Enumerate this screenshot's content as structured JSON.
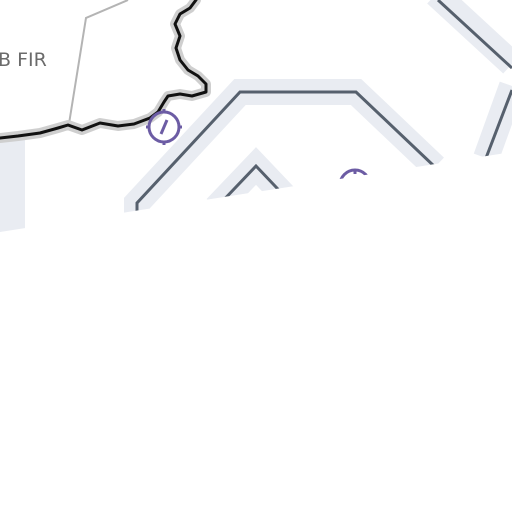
{
  "map": {
    "labels": {
      "fir": "B FIR"
    },
    "colors": {
      "background": "#ffffff",
      "airway_line": "#56606d",
      "airway_buffer": "#e9ecf2",
      "border_line": "#111111",
      "border_halo": "#cfcfcf",
      "fir_boundary": "#b4b4b4",
      "fir_label": "#6b6b6b",
      "navaid": "#6c5ca4"
    },
    "features": {
      "fir_boundary": "fir-boundary",
      "international_border": "country-border",
      "airway_routes": "airway-route",
      "navaids": "vor-navaid-icon"
    }
  }
}
